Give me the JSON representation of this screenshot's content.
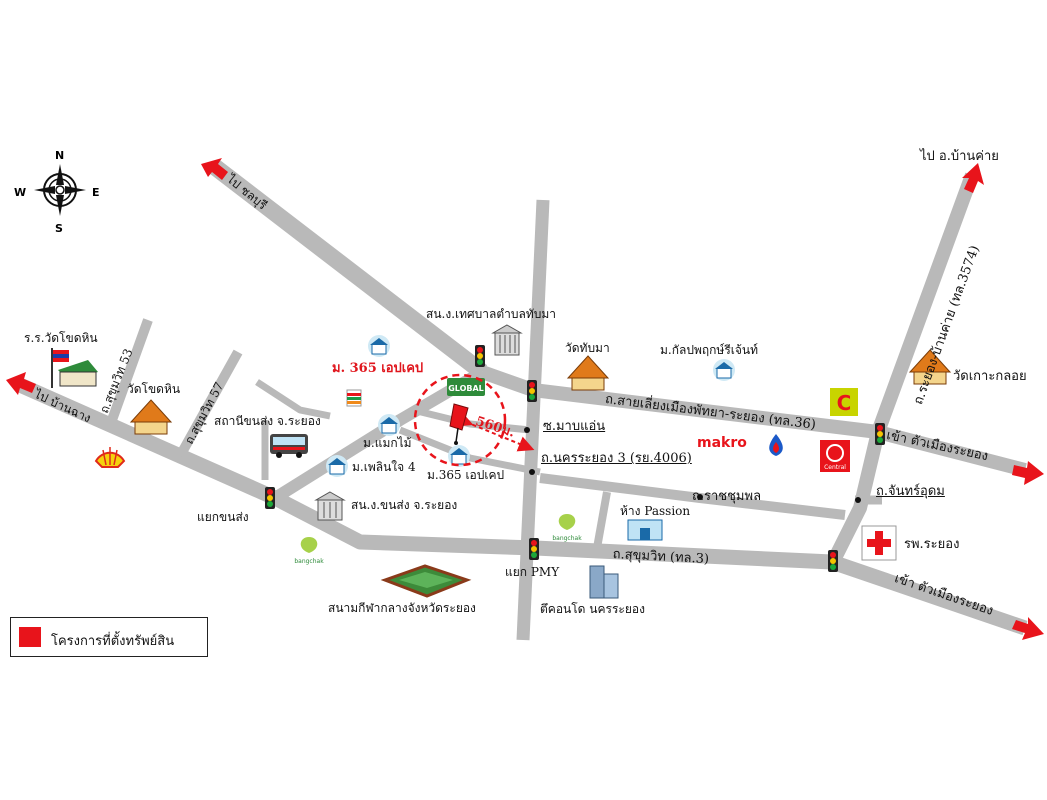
{
  "compass": {
    "n": "N",
    "s": "S",
    "e": "E",
    "w": "W"
  },
  "roads": {
    "to_chonburi": "ไป ชลบุรี",
    "to_bankai": "ไป อ.บ้านค่าย",
    "to_ban_chang": "ไป บ้านฉาง",
    "sukhumvit_53": "ถ.สุขุมวิท 53",
    "sukhumvit_57": "ถ.สุขุมวิท 57",
    "sai_liang": "ถ.สายเลี่ยงเมืองพัทยา-ระยอง (ทล.36)",
    "rayong_bankai": "ถ.ระยอง-บ้านค่าย (ทล.3574)",
    "to_city_1": "เข้า ตัวเมืองระยอง",
    "to_city_2": "เข้า ตัวเมืองระยอง",
    "soi_maptaphut": "ซ.มาบแอ่น",
    "nakhon_rayong_3": "ถ.นครระยอง 3 (รย.4006)",
    "ratchaphon": "ถ.ราชชุมพล",
    "chanudom": "ถ.จันทร์อุดม",
    "sukhumvit_3": "ถ.สุขุมวิท (ทล.3)",
    "distance": "560ม."
  },
  "places": {
    "school": "ร.ร.วัดโขดหิน",
    "wat_khot_hin": "วัดโขดหิน",
    "bus_station": "สถานีขนส่ง จ.ระยอง",
    "tessaban": "สน.ง.เทศบาลตำบลทับมา",
    "wat_thapma": "วัดทับมา",
    "village_kanlapaphruek": "ม.กัลปพฤกษ์รีเจ้นท์",
    "wat_ko_loi": "วัดเกาะกลอย",
    "m365_a": "ม. 365 เอปเคป",
    "m365_b": "ม.365 เอปเคป",
    "mae_mai": "ม.แมกไม้",
    "ploen_chai": "ม.เพลินใจ 4",
    "transport_office": "สน.ง.ขนส่ง จ.ระยอง",
    "yaek_khonsong": "แยกขนส่ง",
    "yaek_pmy": "แยก PMY",
    "stadium": "สนามกีฬากลางจังหวัดระยอง",
    "condo": "ตึคอนโด นครระยอง",
    "passion": "ห้าง Passion",
    "hospital": "รพ.ระยอง",
    "makro": "makro",
    "global_house": "GLOBAL",
    "bangchak": "bangchak",
    "central": "Central"
  },
  "legend": {
    "label": "โครงการที่ตั้งทรัพย์สิน",
    "color": "#e8141b"
  },
  "colors": {
    "road": "#b9b9b9",
    "arrow": "#e8141b",
    "marker": "#e8141b",
    "text_red": "#e0161d"
  }
}
